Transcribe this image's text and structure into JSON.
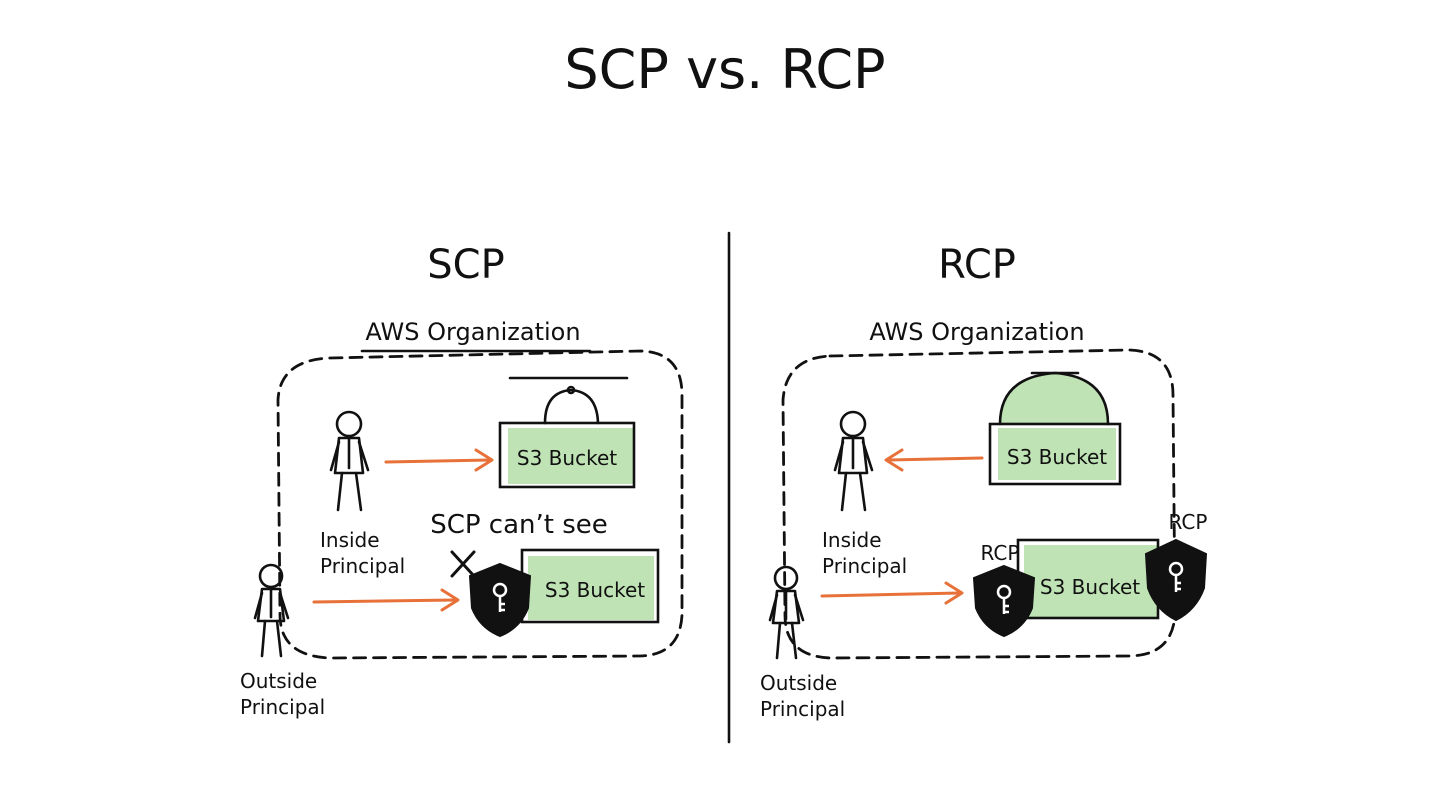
{
  "title": "SCP vs. RCP",
  "panels": {
    "scp": {
      "title": "SCP",
      "org_label": "AWS Organization",
      "inside_principal": "Inside\nPrincipal",
      "outside_principal": "Outside\nPrincipal",
      "bucket_top": "S3 Bucket",
      "bucket_bottom": "S3 Bucket",
      "note": "SCP can’t see"
    },
    "rcp": {
      "title": "RCP",
      "org_label": "AWS Organization",
      "inside_principal": "Inside\nPrincipal",
      "outside_principal": "Outside\nPrincipal",
      "bucket_top": "S3 Bucket",
      "bucket_bottom": "S3 Bucket",
      "rcp_left": "RCP",
      "rcp_right": "RCP"
    }
  },
  "icons": [
    "person-icon",
    "shield-key-icon",
    "bucket-icon",
    "cross-icon",
    "arrow-icon"
  ],
  "colors": {
    "arrow": "#e8713a",
    "bucket_fill": "#bfe3b4",
    "stroke": "#111111",
    "shield": "#111111"
  }
}
